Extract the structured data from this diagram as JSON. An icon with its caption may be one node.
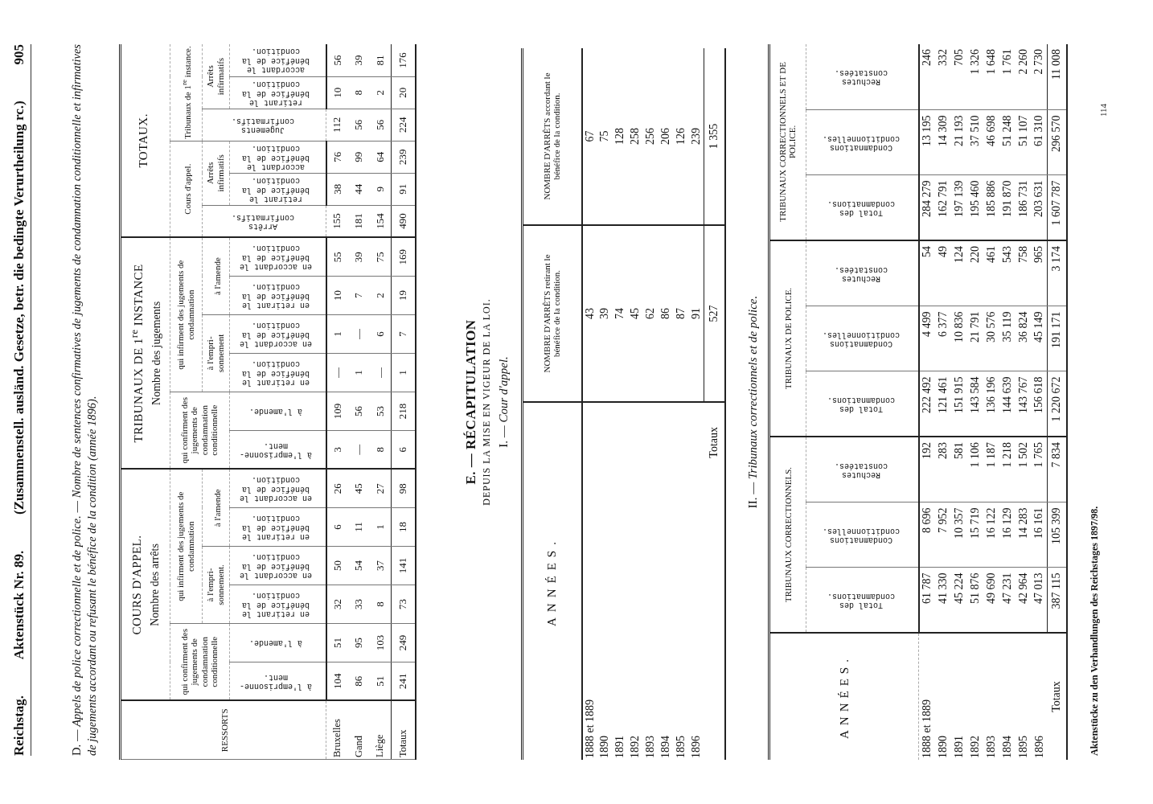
{
  "diagram": {
    "labels": [
      "Reichstag.",
      "Aktenstück Nr. 89.",
      "(Zusammenstell. ausländ. Gesetze, betr. die bedingte Verurtheilung rc.)",
      "905",
      "D. — *Appels de police correctionnelle et de police.* — *Nombre de sentences confirmatives de jugements de condamnation conditionnelle et infirmatives de jugements accordant ou refusant le bénéfice de la condition (année 1896).*",
      "RESSORTS",
      "COURS D'APPEL.",
      "Nombre des arrêts",
      "TRIBUNAUX DE 1$^{re}$ INSTANCE",
      "Nombre des jugements",
      "TOTAUX.",
      "qui confirment des jugements de condamnation conditionnelle",
      "qui infirment des jugements de condamnation",
      "qui confirment des jugements de condamnation conditionnelle",
      "qui infirment des jugements de condamnation",
      "Cours d'appel.",
      "Tribunaux de 1$^{re}$ instance.",
      "à l'empri- sonnement.",
      "à l'amende",
      "à l'empri- sonnement",
      "à l'amende",
      "Arrêts confirmatifs.",
      "Arrêts infirmatifs",
      "Jugements confirmatifs.",
      "Arrêts infirmatifs",
      "à l'emprisonne- ment.",
      "à l'amende.",
      "en retirant le bénéfice de la condition.",
      "en accordant le bénéfice de la condition.",
      "en retirant le bénéfice de la condition.",
      "en accordant le bénéfice de la condition.",
      "à l'emprisonne- ment.",
      "à l'amende.",
      "en retirant le bénéfice de la condition.",
      "en accordant le bénéfice de la condition.",
      "en retirant le bénéfice de la condition.",
      "en accordant le bénéfice de la condition.",
      "retirant le bénéfice de la condition.",
      "accordant le bénéfice de la condition.",
      "retirant le bénéfice de la condition.",
      "accordant le bénéfice de la condition.",
      "Bruxelles",
      "104",
      "51",
      "32",
      "50",
      "6",
      "26",
      "3",
      "109",
      "—",
      "1",
      "10",
      "55",
      "155",
      "38",
      "76",
      "112",
      "10",
      "56",
      "Gand",
      "86",
      "95",
      "33",
      "54",
      "11",
      "45",
      "—",
      "56",
      "1",
      "—",
      "7",
      "39",
      "181",
      "44",
      "99",
      "56",
      "8",
      "39",
      "Liège",
      "51",
      "103",
      "8",
      "37",
      "1",
      "27",
      "8",
      "53",
      "—",
      "6",
      "2",
      "75",
      "154",
      "9",
      "64",
      "56",
      "2",
      "81",
      "Totaux",
      "241",
      "249",
      "73",
      "141",
      "18",
      "98",
      "6",
      "218",
      "1",
      "7",
      "19",
      "169",
      "490",
      "91",
      "239",
      "224",
      "20",
      "176",
      "E. — RÉCAPITULATION",
      "DEPUIS LA MISE EN VIGEUR DE LA LOI.",
      "I. — *Cour d'appel.*",
      "ANNÉES.",
      "NOMBRE D'ARRÊTS retirant le bénéfice de la condition.",
      "NOMBRE D'ARRÊTS accordant le bénéfice de la condition.",
      "1888 et 1889",
      "43",
      "67",
      "1890",
      "39",
      "75",
      "1891",
      "74",
      "128",
      "1892",
      "45",
      "258",
      "1893",
      "62",
      "256",
      "1894",
      "86",
      "206",
      "1895",
      "87",
      "126",
      "1896",
      "91",
      "239",
      "Totaux",
      "527",
      "1 355",
      "II. — *Tribunaux correctionnels et de police.*",
      "ANNÉES.",
      "TRIBUNAUX CORRECTIONNELS.",
      "TRIBUNAUX DE POLICE.",
      "TRIBUNAUX CORRECTIONNELS ET DE POLICE.",
      "Total des condamnations.",
      "Condamnations conditionnelles.",
      "Rechutes constatées.",
      "Total des condamnations.",
      "Condamnations conditionnelles.",
      "Rechutes constatées.",
      "Total des condamnations.",
      "Condamnations conditionnelles.",
      "Rechutes constatées.",
      "1888 et 1889",
      "61 787",
      "8 696",
      "192",
      "222 492",
      "4 499",
      "54",
      "284 279",
      "13 195",
      "246",
      "1890",
      "41 330",
      "7 952",
      "283",
      "121 461",
      "6 377",
      "49",
      "162 791",
      "14 309",
      "332",
      "1891",
      "45 224",
      "10 357",
      "581",
      "151 915",
      "10 836",
      "124",
      "197 139",
      "21 193",
      "705",
      "1892",
      "51 876",
      "15 719",
      "1 106",
      "143 584",
      "21 791",
      "220",
      "195 460",
      "37 510",
      "1 326",
      "1893",
      "49 690",
      "16 122",
      "1 187",
      "136 196",
      "30 576",
      "461",
      "185 886",
      "46 698",
      "1 648",
      "1894",
      "47 231",
      "16 129",
      "1 218",
      "144 639",
      "35 119",
      "543",
      "191 870",
      "51 248",
      "1 761",
      "1895",
      "42 964",
      "14 283",
      "1 502",
      "143 767",
      "36 824",
      "758",
      "186 731",
      "51 107",
      "2 260",
      "1896",
      "47 013",
      "16 161",
      "1 765",
      "156 618",
      "45 149",
      "965",
      "203 631",
      "61 310",
      "2 730",
      "Totaux",
      "387 115",
      "105 399",
      "7 834",
      "1 220 672",
      "191 171",
      "3 174",
      "1 607 787",
      "296 570",
      "11 008",
      "Aktenstücke zu den Verhandlungen des Reichstages 1897/98.",
      "114"
    ]
  }
}
